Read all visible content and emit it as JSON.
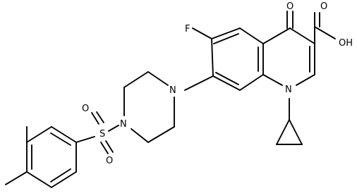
{
  "molecule": {
    "atom_labels": {
      "oxo_oxygen": "O",
      "acid_carbonyl_oxygen": "O",
      "hydroxyl": "OH",
      "fluorine": "F",
      "ring_nitrogen": "N",
      "piperazine_n_aryl": "N",
      "piperazine_n_sulfonyl": "N",
      "sulfur": "S",
      "sulfonyl_oxygen_top": "O",
      "sulfonyl_oxygen_bottom": "O"
    }
  }
}
